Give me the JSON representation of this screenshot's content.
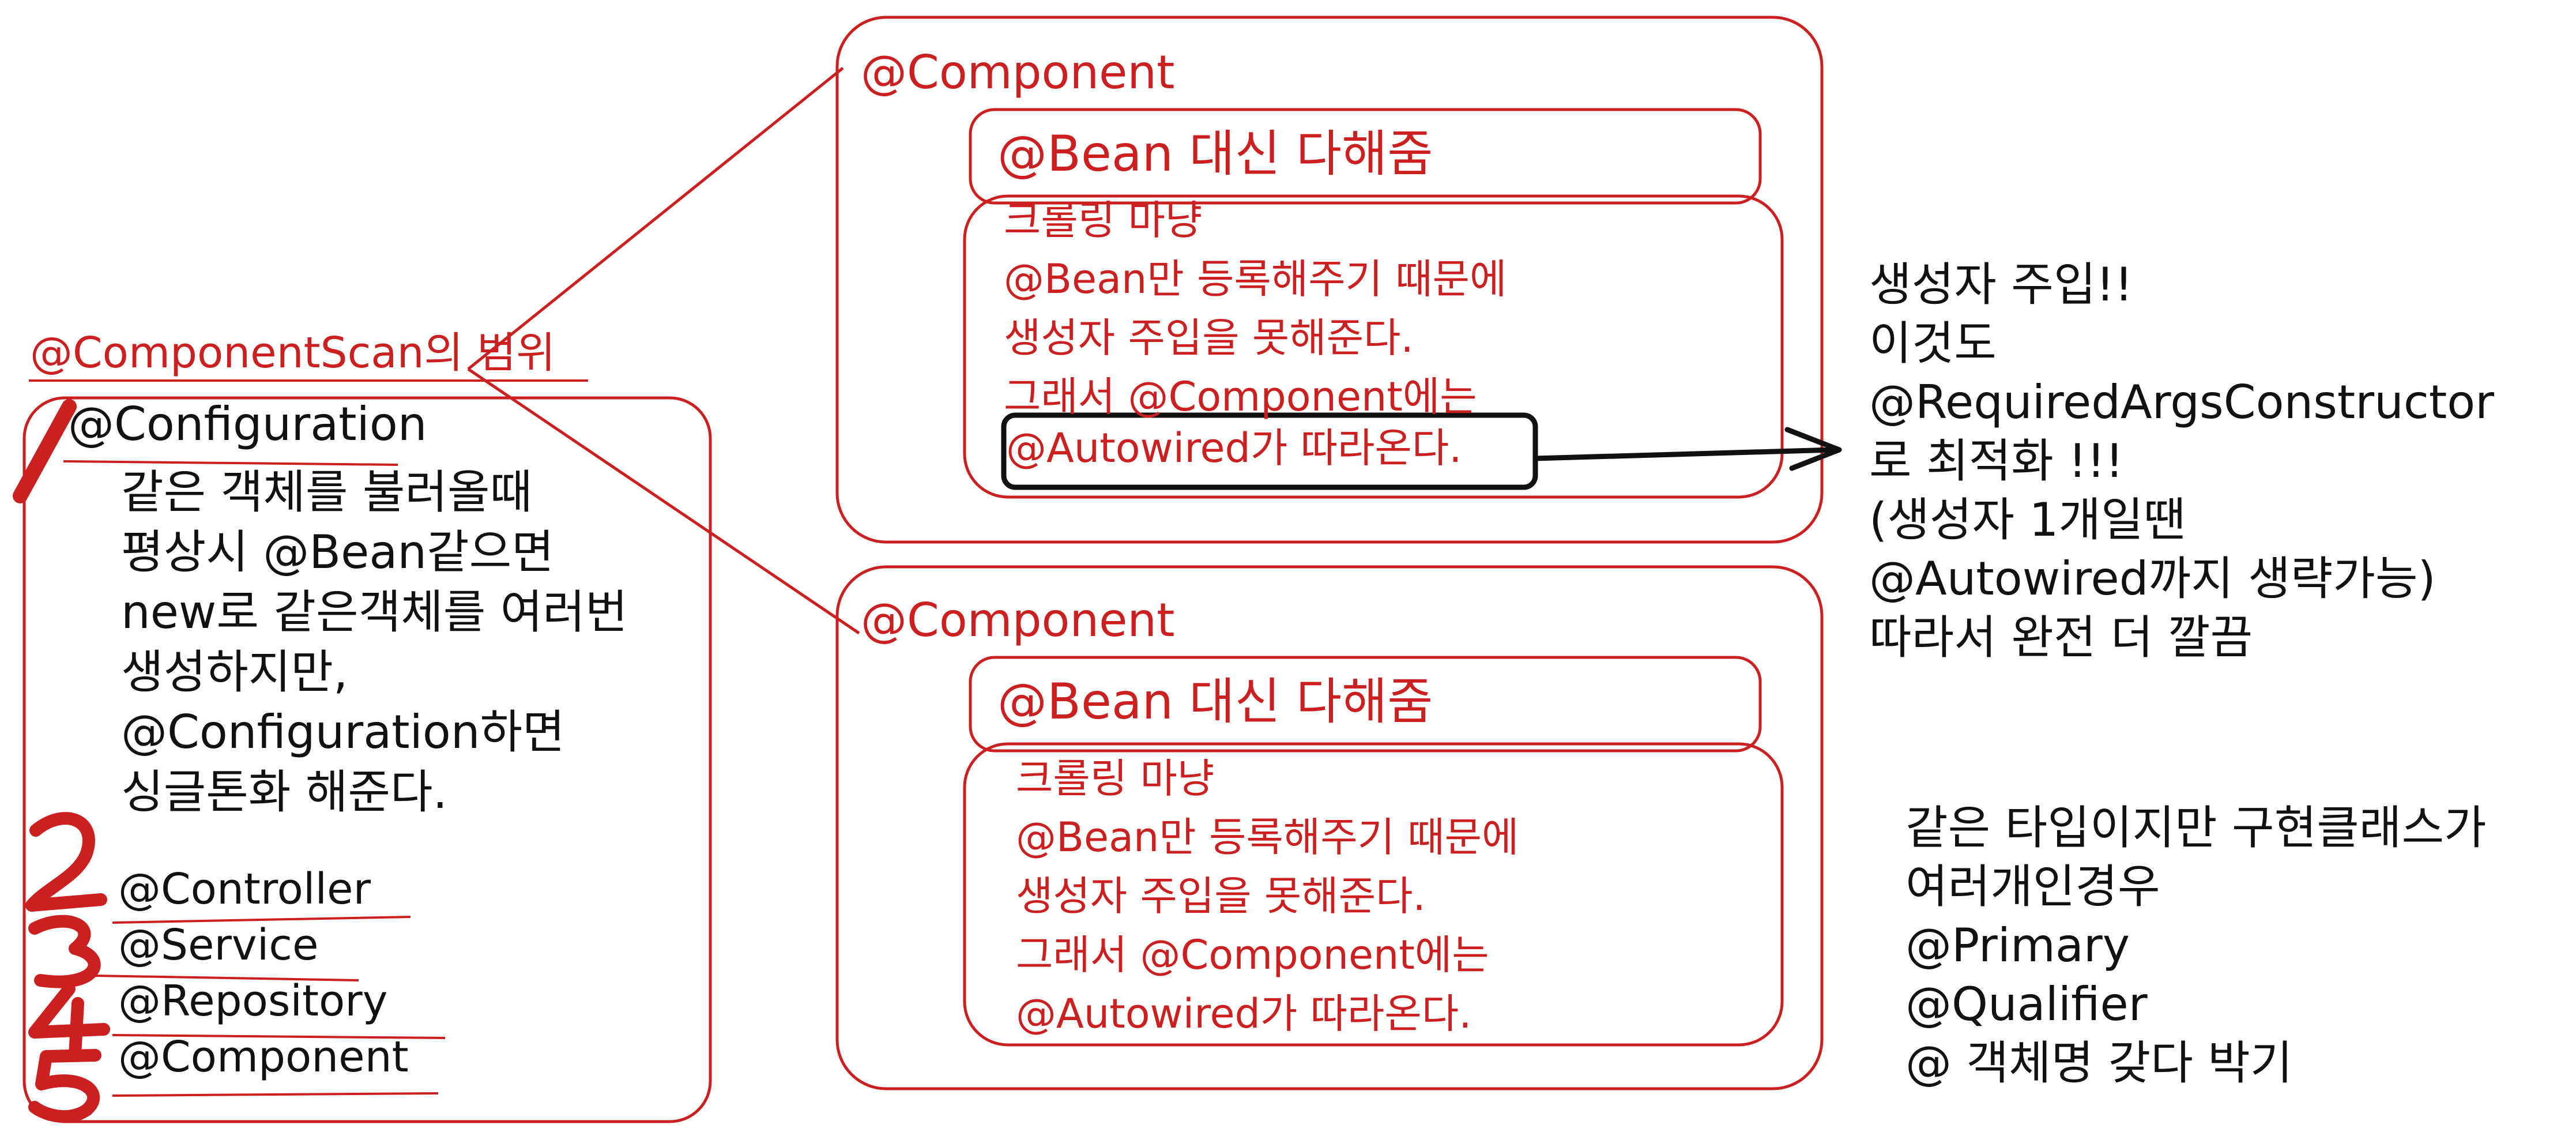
{
  "colors": {
    "accent_red": "#cc1f1f",
    "ink": "#111111"
  },
  "left": {
    "scope_title": "@ComponentScan의 범위",
    "items": [
      "@Configuration",
      "같은 객체를 불러올때",
      "평상시 @Bean같으면",
      "new로 같은객체를 여러번",
      "생성하지만,",
      "@Configuration하면",
      "싱글톤화 해준다."
    ],
    "stereotypes": [
      "@Controller",
      "@Service",
      "@Repository",
      "@Component"
    ],
    "numerals": [
      "1",
      "2",
      "3",
      "4",
      "5"
    ]
  },
  "component_top": {
    "title": "@Component",
    "bean_box": "@Bean 대신 다해줌",
    "lines": [
      "크롤링 마냥",
      "@Bean만 등록해주기 때문에",
      "생성자 주입을 못해준다.",
      "그래서 @Component에는"
    ],
    "autowired": "@Autowired가 따라온다."
  },
  "component_bottom": {
    "title": "@Component",
    "bean_box": "@Bean 대신 다해줌",
    "lines": [
      "크롤링 마냥",
      "@Bean만 등록해주기 때문에",
      "생성자 주입을 못해준다.",
      "그래서 @Component에는",
      "@Autowired가 따라온다."
    ]
  },
  "note_right": {
    "lines": [
      "생성자 주입!!",
      "이것도",
      "@RequiredArgsConstructor",
      "로 최적화 !!!",
      "(생성자 1개일땐",
      "@Autowired까지 생략가능)",
      "따라서 완전 더 깔끔"
    ]
  },
  "note_bottom_right": {
    "lines": [
      "같은 타입이지만 구현클래스가",
      "여러개인경우",
      "@Primary",
      "@Qualifier",
      "@ 객체명 갖다 박기"
    ]
  }
}
